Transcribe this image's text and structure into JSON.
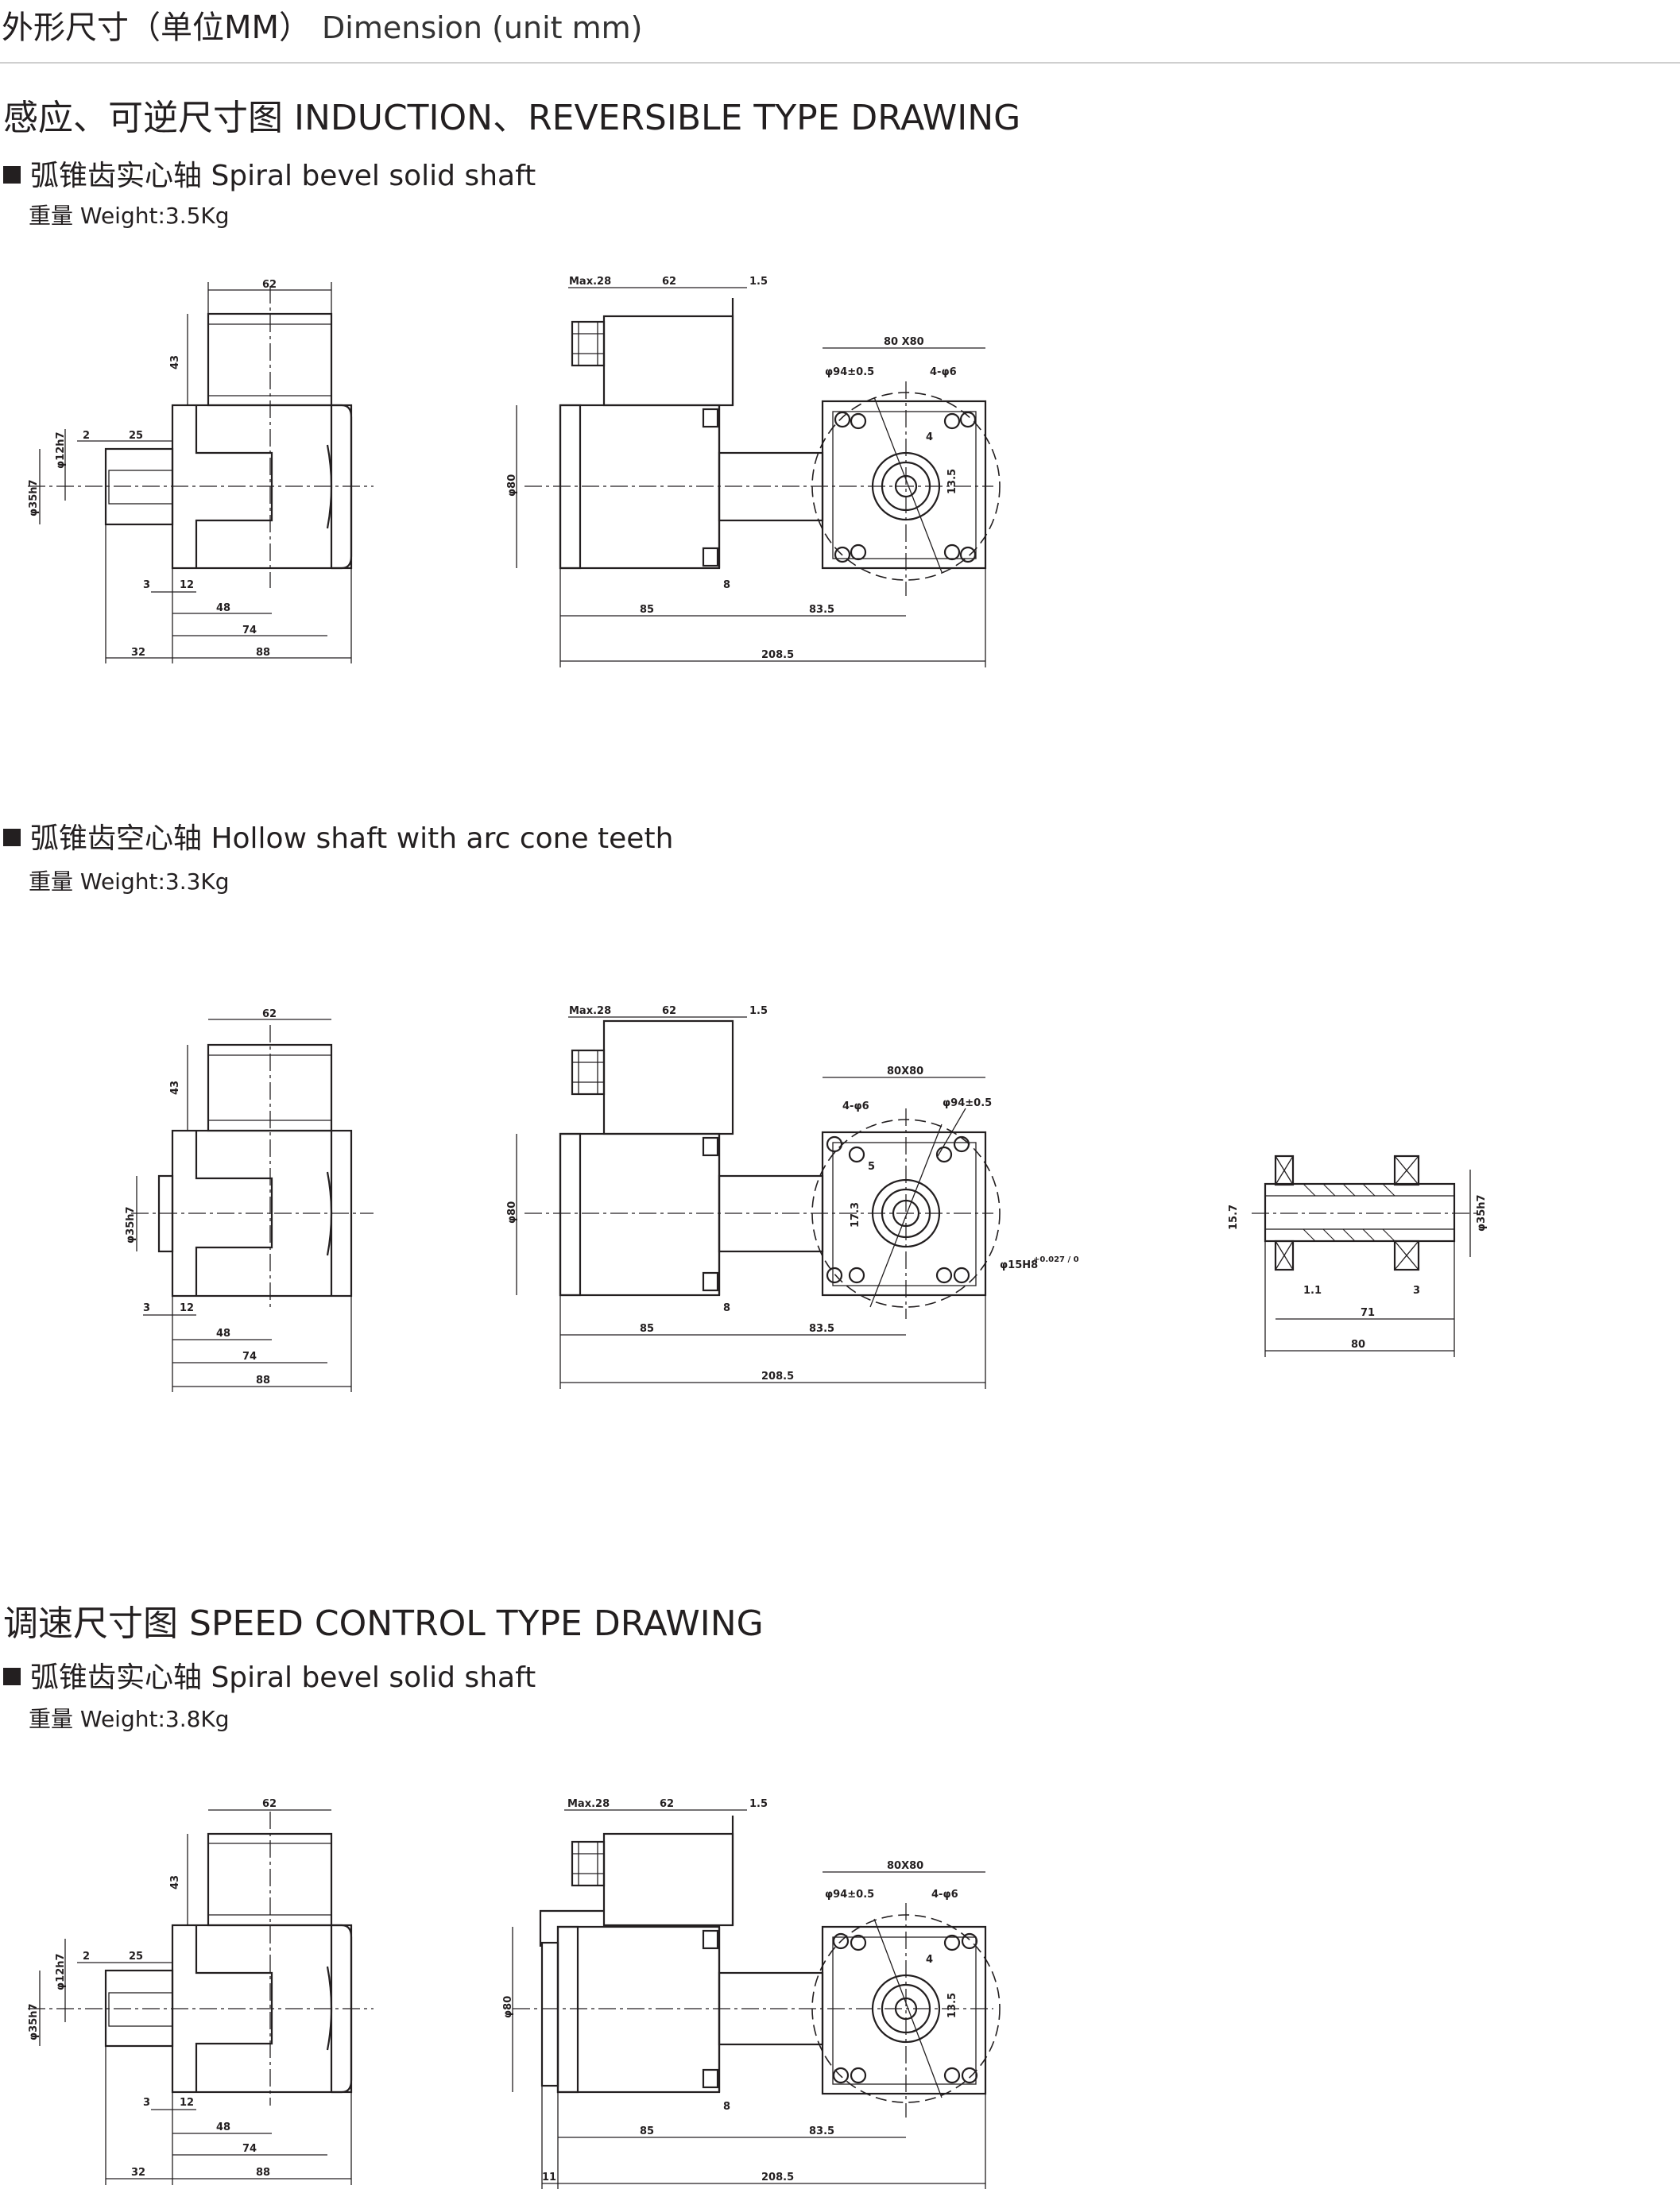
{
  "header": {
    "title_cn": "外形尺寸（单位MM）",
    "title_en": "Dimension (unit mm)"
  },
  "sections": [
    {
      "title": "感应、可逆尺寸图 INDUCTION、REVERSIBLE TYPE DRAWING",
      "parts": [
        {
          "label": "弧锥齿实心轴 Spiral bevel solid shaft",
          "weight": "重量 Weight:3.5Kg"
        },
        {
          "label": "弧锥齿空心轴 Hollow shaft with arc cone teeth",
          "weight": "重量 Weight:3.3Kg"
        }
      ]
    },
    {
      "title": "调速尺寸图 SPEED CONTROL TYPE DRAWING",
      "parts": [
        {
          "label": "弧锥齿实心轴 Spiral bevel solid shaft",
          "weight": "重量 Weight:3.8Kg"
        }
      ]
    }
  ],
  "dims": {
    "d62": "62",
    "d43": "43",
    "d2": "2",
    "d25": "25",
    "d3": "3",
    "d12": "12",
    "d48": "48",
    "d74": "74",
    "d32": "32",
    "d88": "88",
    "shaft_d": "φ12h7",
    "boss_d": "φ35h7",
    "max28": "Max.28",
    "d15": "1.5",
    "d80x80": "80 X80",
    "d80x80b": "80X80",
    "pcd": "φ94±0.5",
    "holes": "4-φ6",
    "key4": "4",
    "d13_5": "13.5",
    "phi80": "φ80",
    "d8": "8",
    "d85": "85",
    "d83_5": "83.5",
    "d208_5": "208.5",
    "d5": "5",
    "d17_3": "17.3",
    "bore": "φ15H8",
    "bore_tol": "+0.027 / 0",
    "d15_7": "15.7",
    "d1_1": "1.1",
    "d71": "71",
    "d80": "80",
    "d35h7": "φ35h7",
    "d11": "11"
  }
}
